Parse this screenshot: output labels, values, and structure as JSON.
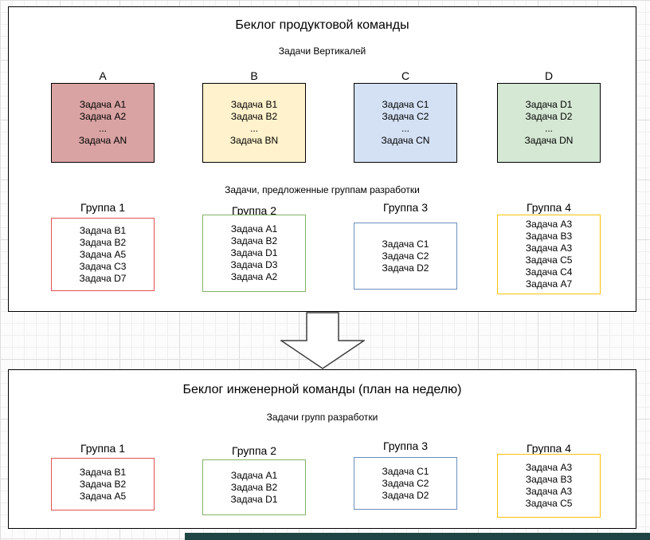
{
  "top_panel": {
    "title": "Беклог продуктовой команды",
    "subtitle_verticals": "Задачи Вертикалей",
    "verticals": [
      {
        "label": "A",
        "fill": "#d9a3a3",
        "tasks": [
          "Задача A1",
          "Задача A2",
          "...",
          "Задача AN"
        ]
      },
      {
        "label": "B",
        "fill": "#fff2cc",
        "tasks": [
          "Задача B1",
          "Задача B2",
          "...",
          "Задача BN"
        ]
      },
      {
        "label": "C",
        "fill": "#d4e1f5",
        "tasks": [
          "Задача C1",
          "Задача C2",
          "...",
          "Задача CN"
        ]
      },
      {
        "label": "D",
        "fill": "#d5e8d4",
        "tasks": [
          "Задача D1",
          "Задача D2",
          "...",
          "Задача DN"
        ]
      }
    ],
    "subtitle_groups": "Задачи, предложенные группам разработки",
    "groups": [
      {
        "label": "Группа 1",
        "border": "#e05252",
        "tasks": [
          "Задача B1",
          "Задача B2",
          "Задача A5",
          "Задача C3",
          "Задача D7"
        ]
      },
      {
        "label": "Группа 2",
        "border": "#82b366",
        "tasks": [
          "Задача A1",
          "Задача B2",
          "Задача D1",
          "Задача D3",
          "Задача A2"
        ]
      },
      {
        "label": "Группа 3",
        "border": "#6c8ebf",
        "tasks": [
          "Задача C1",
          "Задача C2",
          "Задача D2"
        ]
      },
      {
        "label": "Группа 4",
        "border": "#ffc107",
        "tasks": [
          "Задача A3",
          "Задача B3",
          "Задача A3",
          "Задача C5",
          "Задача C4",
          "Задача A7"
        ]
      }
    ]
  },
  "bottom_panel": {
    "title": "Беклог инженерной команды (план на неделю)",
    "subtitle": "Задачи групп разработки",
    "groups": [
      {
        "label": "Группа 1",
        "border": "#e05252",
        "tasks": [
          "Задача B1",
          "Задача B2",
          "Задача A5"
        ]
      },
      {
        "label": "Группа 2",
        "border": "#82b366",
        "tasks": [
          "Задача A1",
          "Задача B2",
          "Задача D1"
        ]
      },
      {
        "label": "Группа 3",
        "border": "#6c8ebf",
        "tasks": [
          "Задача C1",
          "Задача C2",
          "Задача D2"
        ]
      },
      {
        "label": "Группа 4",
        "border": "#ffc107",
        "tasks": [
          "Задача A3",
          "Задача B3",
          "Задача A3",
          "Задача C5"
        ]
      }
    ]
  },
  "colors": {
    "panel_border": "#000000",
    "arrow_stroke": "#3f3f3f",
    "edge_bar": "#1f4444"
  }
}
